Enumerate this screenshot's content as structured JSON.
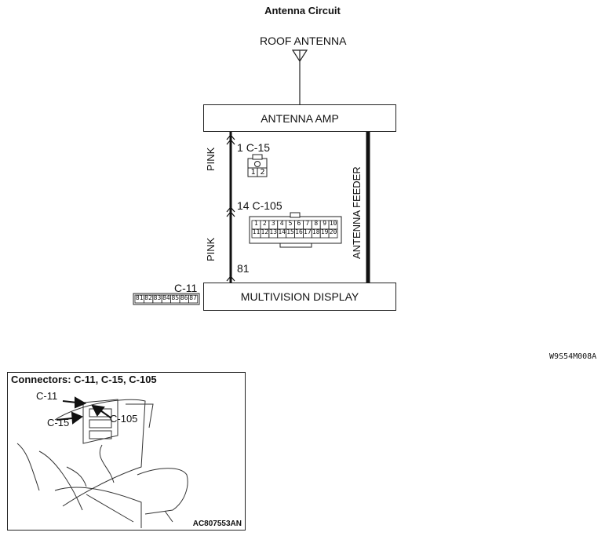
{
  "title": "Antenna Circuit",
  "diagram": {
    "roof_antenna_label": "ROOF ANTENNA",
    "antenna_amp_label": "ANTENNA AMP",
    "multivision_label": "MULTIVISION DISPLAY",
    "antenna_feeder_label": "ANTENNA FEEDER",
    "wire_color_upper": "PINK",
    "wire_color_lower": "PINK",
    "pin_c15": "1",
    "conn_c15": "C-15",
    "pin_c105": "14",
    "conn_c105": "C-105",
    "pin_c11": "81",
    "conn_c11": "C-11",
    "c15_pins": [
      "1",
      "2"
    ],
    "c105_pins_row1": [
      "1",
      "2",
      "3",
      "4",
      "5",
      "6",
      "7",
      "8",
      "9",
      "10"
    ],
    "c105_pins_row2": [
      "11",
      "12",
      "13",
      "14",
      "15",
      "16",
      "17",
      "18",
      "19",
      "20"
    ],
    "c11_pins": [
      "81",
      "82",
      "83",
      "84",
      "85",
      "86",
      "87"
    ],
    "figure_code": "W9S54M008A"
  },
  "connectors_panel": {
    "title": "Connectors: C-11, C-15, C-105",
    "callout_c11": "C-11",
    "callout_c15": "C-15",
    "callout_c105": "C-105",
    "image_code": "AC807553AN"
  }
}
